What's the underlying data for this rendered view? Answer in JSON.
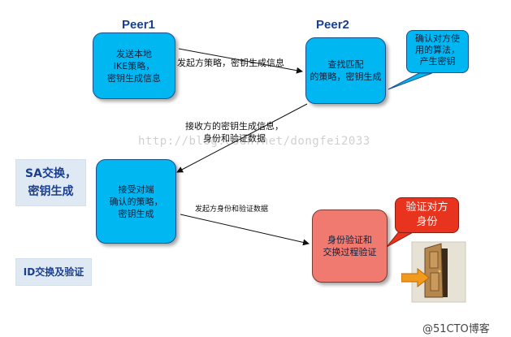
{
  "peers": {
    "peer1": "Peer1",
    "peer2": "Peer2"
  },
  "boxes": {
    "p1_send": "发送本地\nIKE策略，\n密钥生成信息",
    "p2_match": "查找匹配\n的策略，密钥生成",
    "p1_accept": "接受对端\n确认的策略，\n密钥生成",
    "p2_auth": "身份验证和\n交换过程验证"
  },
  "callouts": {
    "p2_confirm": "确认对方使\n用的算法，\n产生密钥",
    "verify_peer": "验证对方\n身份"
  },
  "arrow_labels": {
    "a1": "发起方策略，密钥生成信息",
    "a2": "接收方的密钥生成信息，\n身份和验证数据",
    "a3": "发起方身份和验证数据"
  },
  "side_labels": {
    "sa": "SA交换，\n密钥生成",
    "id": "ID交换及验证"
  },
  "watermark": "http://blog.csdn.net/dongfei2033",
  "footer": "@51CTO博客",
  "icons": {
    "door": "door-icon",
    "arrow": "orange-arrow-icon"
  },
  "colors": {
    "blue_box": "#00b7f2",
    "red_box": "#f07a6f",
    "callout_red": "#e8331f",
    "title": "#1a3f8f"
  }
}
